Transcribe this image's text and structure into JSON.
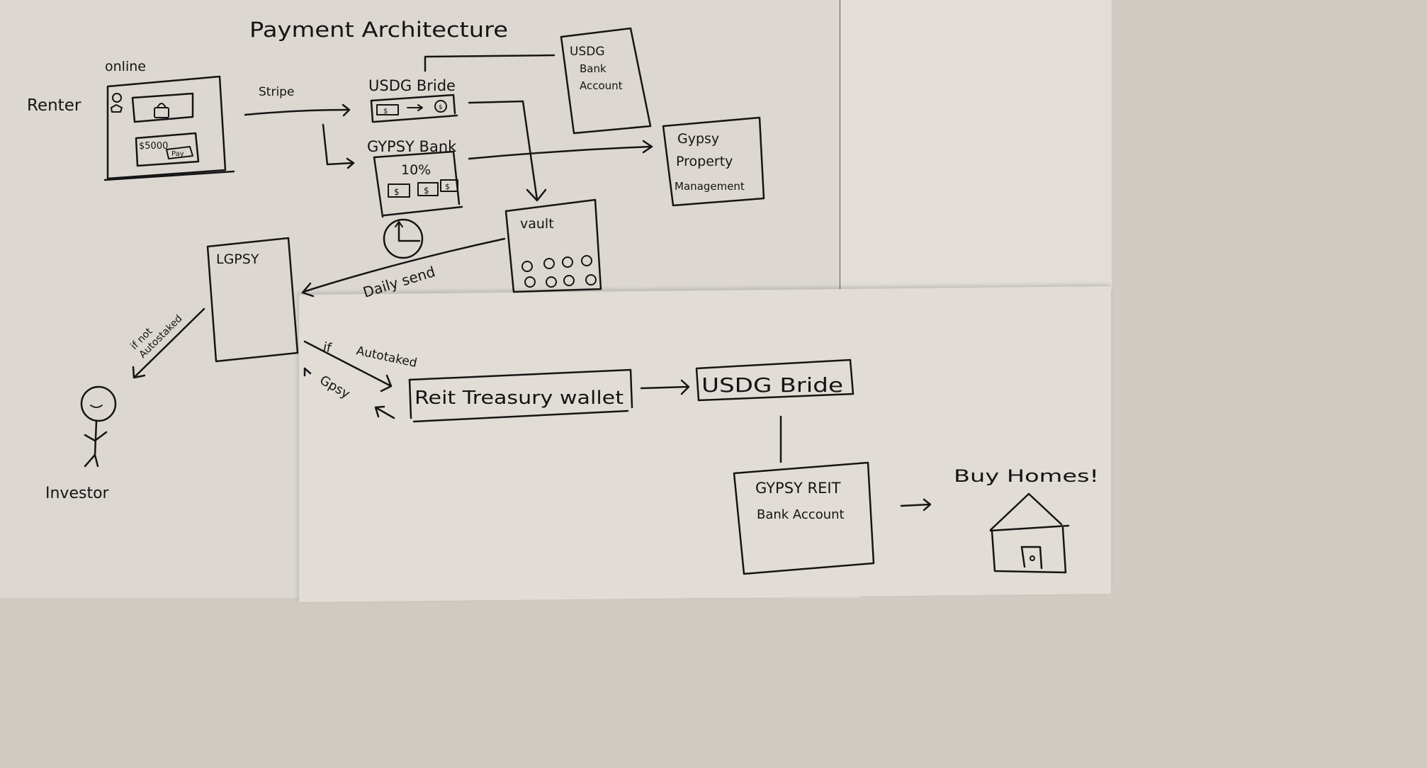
{
  "title": "Payment Architecture",
  "colors": {
    "ink": "#151515",
    "paper": "#dcd8d1",
    "paper_light": "#e2ded7",
    "background": "#cfcac2"
  },
  "renter": {
    "label": "Renter",
    "channel": "online",
    "amount": "$5000",
    "pay_button": "Pay"
  },
  "flows": {
    "stripe": "Stripe",
    "daily_send": "Daily send",
    "if_not_autostaked": [
      "if not",
      "Autostaked"
    ],
    "if_autostaked": [
      "if",
      "Autotaked"
    ],
    "gpsy": "Gpsy"
  },
  "usdg_bride_top": {
    "label": "USDG Bride"
  },
  "usdg_bank_account": {
    "lines": [
      "USDG",
      "Bank",
      "Account"
    ]
  },
  "gypsy_bank": {
    "label": "GYPSY Bank",
    "percent": "10%"
  },
  "gypsy_property_management": {
    "lines": [
      "Gypsy",
      "Property",
      "Management"
    ]
  },
  "vault": {
    "label": "vault"
  },
  "lgpsy": {
    "label": "LGPSY"
  },
  "investor": {
    "label": "Investor"
  },
  "reit_treasury_wallet": {
    "label": "Reit Treasury wallet"
  },
  "usdg_bride_bottom": {
    "label": "USDG Bride"
  },
  "gypsy_reit_bank": {
    "lines": [
      "GYPSY REIT",
      "Bank Account"
    ]
  },
  "buy_homes": {
    "label": "Buy Homes!"
  },
  "icons": {
    "user": "user-avatar-icon",
    "lock": "lock-icon",
    "dollar_bill": "dollar-bill-icon",
    "coin": "coin-icon",
    "clock": "clock-icon",
    "house": "house-icon",
    "stick_figure": "investor-figure-icon"
  }
}
